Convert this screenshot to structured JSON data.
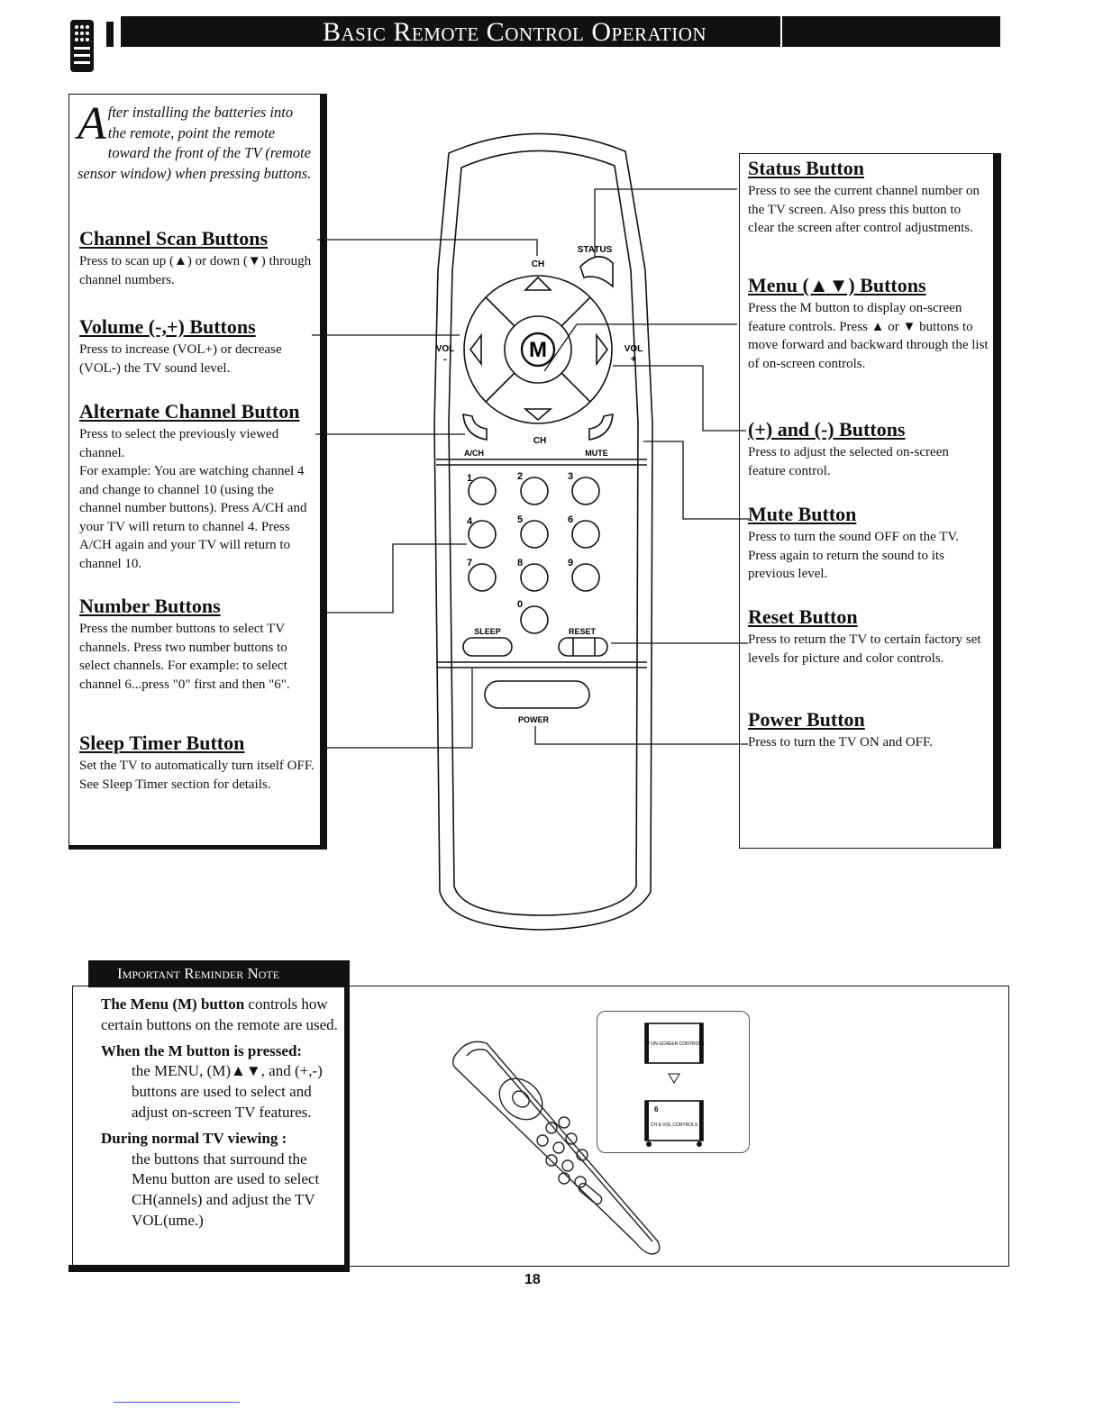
{
  "header": {
    "title": "Basic Remote Control Operation"
  },
  "intro": {
    "dropcap": "A",
    "text": "fter installing the batteries into the remote, point the remote toward the front of the TV (remote sensor window) when pressing buttons."
  },
  "left_sections": [
    {
      "heading": "Channel Scan Buttons",
      "text": "Press to scan up (▲) or down (▼) through channel numbers."
    },
    {
      "heading": "Volume (-,+) Buttons",
      "text": "Press to increase (VOL+) or decrease (VOL-) the TV sound level."
    },
    {
      "heading": "Alternate Channel Button",
      "text": "Press to select the previously viewed channel.",
      "text2": "For example: You are watching channel 4 and change to channel 10 (using the channel number buttons). Press A/CH and your TV will return to channel 4. Press A/CH again and your TV will return to channel 10."
    },
    {
      "heading": "Number Buttons",
      "text": "Press the number buttons to select TV channels. Press two number buttons to select channels. For example: to select channel 6...press \"0\" first and then \"6\"."
    },
    {
      "heading": "Sleep Timer Button",
      "text": "Set the TV to automatically turn itself OFF. See Sleep Timer section for details."
    }
  ],
  "right_sections": [
    {
      "heading": "Status Button",
      "text": "Press to see the current channel number on the TV screen. Also press this button to clear the screen after control adjustments."
    },
    {
      "heading": "Menu (▲▼) Buttons",
      "text": "Press the M button to display on-screen feature controls. Press ▲ or ▼ buttons to move forward and backward through the list of on-screen controls."
    },
    {
      "heading": "(+) and (-) Buttons",
      "text": "Press to adjust the selected on-screen feature control."
    },
    {
      "heading": "Mute Button",
      "text": "Press to turn the sound OFF on the TV. Press again to return the sound to its previous level."
    },
    {
      "heading": "Reset Button",
      "text": "Press to return the TV to certain factory set levels for picture and color controls."
    },
    {
      "heading": "Power Button",
      "text": "Press to turn the TV ON and OFF."
    }
  ],
  "remote": {
    "status": "STATUS",
    "ch_top": "CH",
    "vol_minus": "VOL",
    "vol_minus_sign": "-",
    "vol_plus": "VOL",
    "vol_plus_sign": "+",
    "menu": "M",
    "ach": "A/CH",
    "ch_bottom": "CH",
    "mute": "MUTE",
    "digits": [
      "1",
      "2",
      "3",
      "4",
      "5",
      "6",
      "7",
      "8",
      "9",
      "0"
    ],
    "sleep": "SLEEP",
    "reset": "RESET",
    "power": "POWER"
  },
  "note": {
    "label": "Important Reminder Note",
    "p1_bold": "The Menu (M) button",
    "p1_rest": " controls how certain buttons on the remote are used.",
    "p2_head": "When the M button is pressed:",
    "p2_body": "the MENU, (M)▲▼, and (+,-) buttons are used to select and adjust on-screen TV features.",
    "p3_head": "During normal TV viewing :",
    "p3_body": "the buttons that surround the Menu button are used to select CH(annels) and adjust the TV VOL(ume.)"
  },
  "tv_illustration": {
    "screen1": "TV ON-SCREEN CONTROLS",
    "screen2_num": "6",
    "screen2": "CH & VOL CONTROLS"
  },
  "page_number": "18"
}
